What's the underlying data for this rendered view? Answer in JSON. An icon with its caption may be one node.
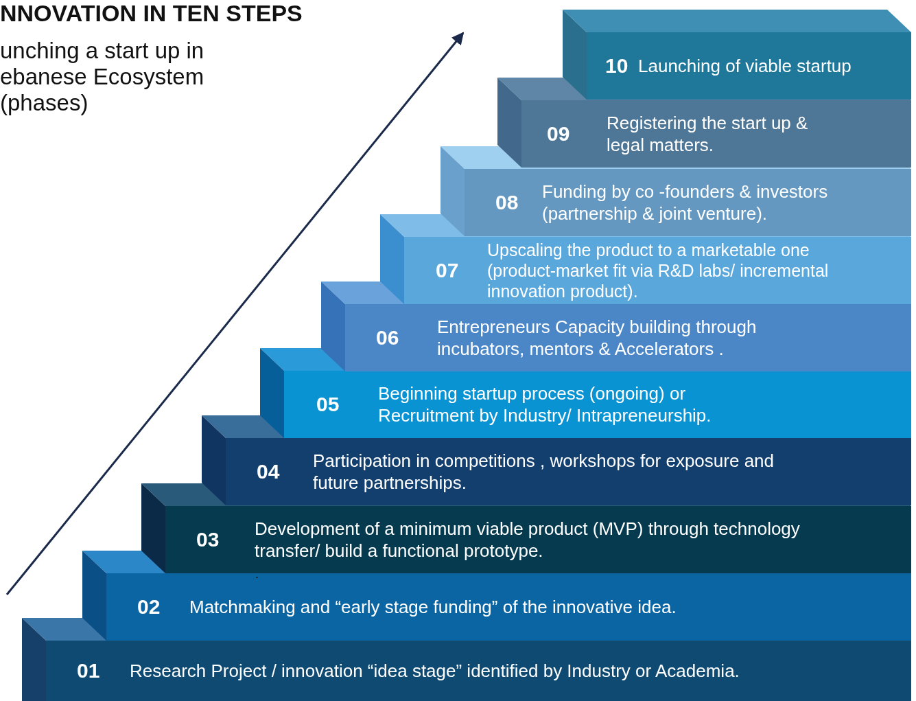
{
  "diagram": {
    "title": "NNOVATION IN TEN STEPS",
    "nodes": [
      {
        "text": [
          "01",
          "Research Project / innovation “idea stage” identified by Industry or Academia."
        ]
      },
      {
        "text": [
          "02",
          "Matchmaking and “early stage funding” of the innovative idea."
        ]
      },
      {
        "text": [
          "03",
          "Development of a minimum viable product (MVP) through technology transfer/ build a functional prototype."
        ]
      },
      {
        "text": [
          "04",
          "Participation in competitions , workshops for exposure and future partnerships."
        ]
      },
      {
        "text": [
          "05",
          "Beginning startup process (ongoing) or Recruitment by Industry/ Intrapreneurship."
        ]
      },
      {
        "text": [
          "06",
          "Entrepreneurs Capacity building through incubators, mentors & Accelerators ."
        ]
      },
      {
        "text": [
          "07",
          "Upscaling the product to a marketable one (product-market fit via R&D labs/ incremental innovation product)."
        ]
      },
      {
        "text": [
          "08",
          "Funding by co -founders & investors (partnership & joint venture)."
        ]
      },
      {
        "text": [
          "09",
          "Registering the start up & legal matters."
        ]
      },
      {
        "text": [
          "10",
          "Launching of viable startup"
        ]
      }
    ],
    "labels": [
      "unching a start up in ebanese Ecosystem (phases)",
      "."
    ]
  }
}
